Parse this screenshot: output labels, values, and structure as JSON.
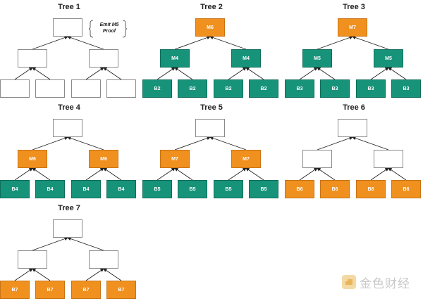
{
  "colors": {
    "orange": "#F0901F",
    "teal": "#17937A",
    "empty": "#ffffff",
    "edge": "#222222"
  },
  "trees": [
    {
      "title": "Tree 1",
      "root": {
        "label": "",
        "color": "empty"
      },
      "level1": [
        {
          "label": "",
          "color": "empty"
        },
        {
          "label": "",
          "color": "empty"
        }
      ],
      "leaves": [
        {
          "label": "",
          "color": "empty"
        },
        {
          "label": "",
          "color": "empty"
        },
        {
          "label": "",
          "color": "empty"
        },
        {
          "label": "",
          "color": "empty"
        }
      ],
      "note": "Emit M5 Proof"
    },
    {
      "title": "Tree 2",
      "root": {
        "label": "M6",
        "color": "orange"
      },
      "level1": [
        {
          "label": "M4",
          "color": "teal"
        },
        {
          "label": "M4",
          "color": "teal"
        }
      ],
      "leaves": [
        {
          "label": "B2",
          "color": "teal"
        },
        {
          "label": "B2",
          "color": "teal"
        },
        {
          "label": "B2",
          "color": "teal"
        },
        {
          "label": "B2",
          "color": "teal"
        }
      ]
    },
    {
      "title": "Tree 3",
      "root": {
        "label": "M7",
        "color": "orange"
      },
      "level1": [
        {
          "label": "M5",
          "color": "teal"
        },
        {
          "label": "M5",
          "color": "teal"
        }
      ],
      "leaves": [
        {
          "label": "B3",
          "color": "teal"
        },
        {
          "label": "B3",
          "color": "teal"
        },
        {
          "label": "B3",
          "color": "teal"
        },
        {
          "label": "B3",
          "color": "teal"
        }
      ]
    },
    {
      "title": "Tree 4",
      "root": {
        "label": "",
        "color": "empty"
      },
      "level1": [
        {
          "label": "M6",
          "color": "orange"
        },
        {
          "label": "M6",
          "color": "orange"
        }
      ],
      "leaves": [
        {
          "label": "B4",
          "color": "teal"
        },
        {
          "label": "B4",
          "color": "teal"
        },
        {
          "label": "B4",
          "color": "teal"
        },
        {
          "label": "B4",
          "color": "teal"
        }
      ]
    },
    {
      "title": "Tree 5",
      "root": {
        "label": "",
        "color": "empty"
      },
      "level1": [
        {
          "label": "M7",
          "color": "orange"
        },
        {
          "label": "M7",
          "color": "orange"
        }
      ],
      "leaves": [
        {
          "label": "B5",
          "color": "teal"
        },
        {
          "label": "B5",
          "color": "teal"
        },
        {
          "label": "B5",
          "color": "teal"
        },
        {
          "label": "B5",
          "color": "teal"
        }
      ]
    },
    {
      "title": "Tree 6",
      "root": {
        "label": "",
        "color": "empty"
      },
      "level1": [
        {
          "label": "",
          "color": "empty"
        },
        {
          "label": "",
          "color": "empty"
        }
      ],
      "leaves": [
        {
          "label": "B6",
          "color": "orange"
        },
        {
          "label": "B6",
          "color": "orange"
        },
        {
          "label": "B6",
          "color": "orange"
        },
        {
          "label": "B6",
          "color": "orange"
        }
      ]
    },
    {
      "title": "Tree 7",
      "root": {
        "label": "",
        "color": "empty"
      },
      "level1": [
        {
          "label": "",
          "color": "empty"
        },
        {
          "label": "",
          "color": "empty"
        }
      ],
      "leaves": [
        {
          "label": "B7",
          "color": "orange"
        },
        {
          "label": "B7",
          "color": "orange"
        },
        {
          "label": "B7",
          "color": "orange"
        },
        {
          "label": "B7",
          "color": "orange"
        }
      ]
    }
  ],
  "watermark": {
    "text": "金色财经"
  }
}
